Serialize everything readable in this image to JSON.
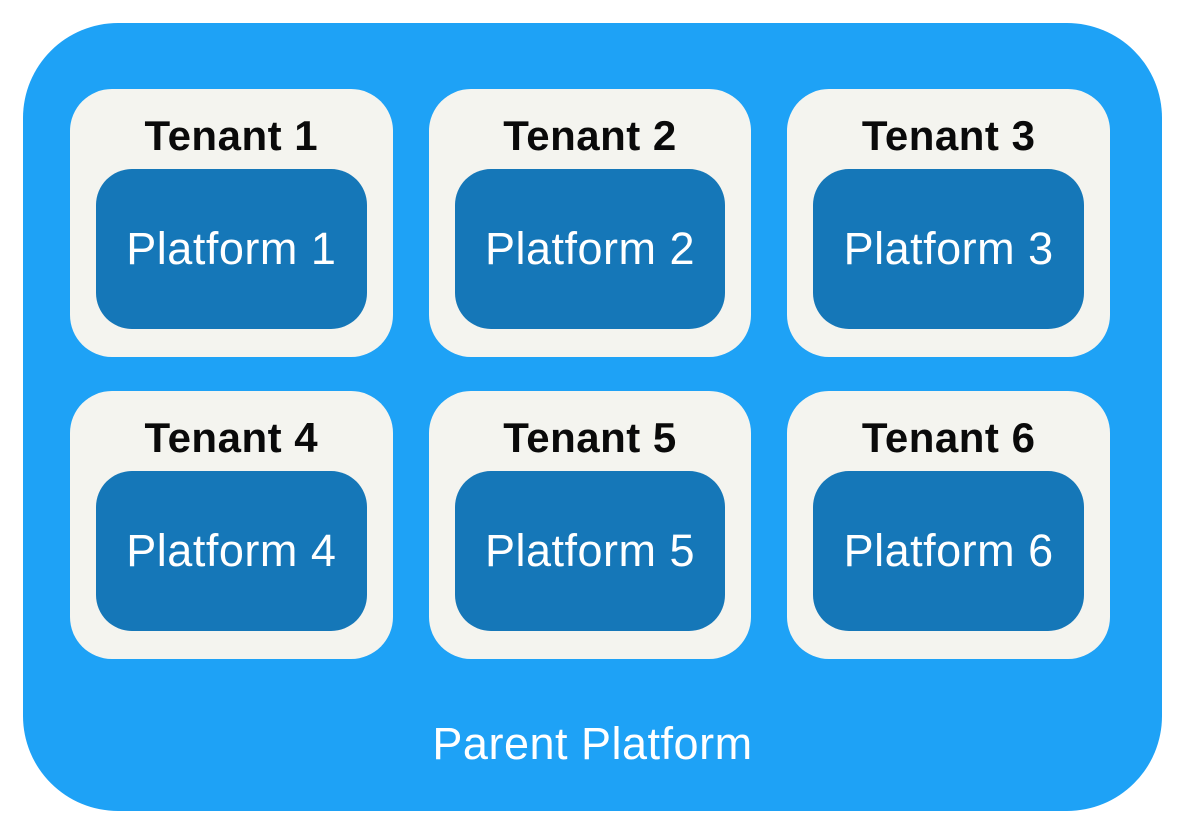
{
  "diagram": {
    "parent_label": "Parent Platform",
    "tenants": [
      {
        "label": "Tenant 1",
        "platform": "Platform 1"
      },
      {
        "label": "Tenant 2",
        "platform": "Platform 2"
      },
      {
        "label": "Tenant 3",
        "platform": "Platform 3"
      },
      {
        "label": "Tenant 4",
        "platform": "Platform 4"
      },
      {
        "label": "Tenant 5",
        "platform": "Platform 5"
      },
      {
        "label": "Tenant 6",
        "platform": "Platform 6"
      }
    ]
  },
  "colors": {
    "page_bg": "#FFFFFF",
    "parent_bg": "#1EA2F6",
    "tenant_bg": "#F4F4EF",
    "platform_bg": "#1577B8",
    "tenant_text": "#0A0A0A",
    "platform_text": "#FFFFFF",
    "parent_text": "#FFFFFF"
  }
}
